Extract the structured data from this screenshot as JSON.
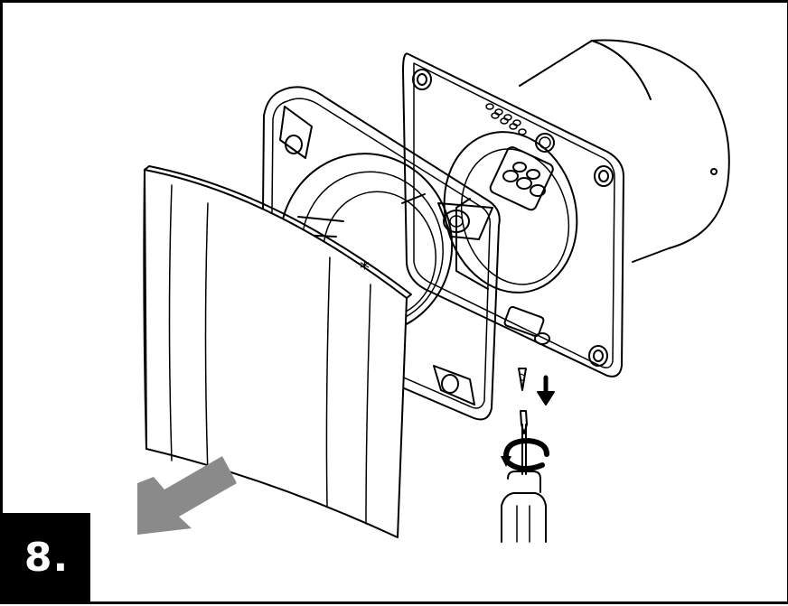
{
  "step": {
    "label": "8."
  },
  "figure": {
    "marking": "*"
  },
  "icons": {
    "fan_cover": "front-cover-panel",
    "frame": "fan-frame",
    "housing": "fan-housing-with-duct",
    "screw": "screw-icon",
    "screw_arrow": "down-arrow-icon",
    "rotation": "rotate-arrow-icon",
    "screwdriver": "screwdriver-icon",
    "remove_arrow": "remove-direction-arrow"
  },
  "colors": {
    "line": "#000000",
    "background": "#ffffff",
    "arrow": "#8a8a8a",
    "badge": "#000000",
    "badge_text": "#ffffff"
  }
}
